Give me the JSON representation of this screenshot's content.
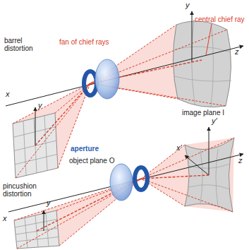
{
  "diagram": {
    "labels": [
      "barrel distortion",
      "fan of chief rays",
      "central chief ray",
      "y",
      "z",
      "image plane I",
      "x",
      "y",
      "aperture",
      "object plane O",
      "pincushion distortion",
      "y'",
      "x'",
      "z",
      "y",
      "x"
    ]
  }
}
